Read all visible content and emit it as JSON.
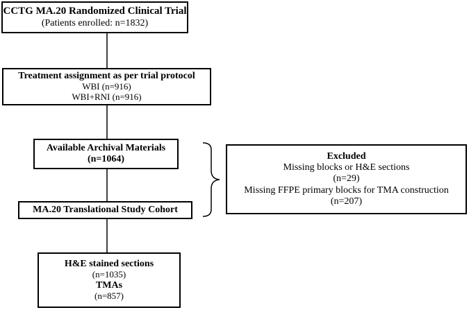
{
  "trial": {
    "title": "CCTG MA.20 Randomized Clinical Trial",
    "enrolled": "(Patients enrolled: n=1832)"
  },
  "assignment": {
    "title": "Treatment assignment as per trial protocol",
    "arm1": "WBI (n=916)",
    "arm2": "WBI+RNI (n=916)"
  },
  "archival": {
    "title": "Available Archival Materials",
    "count": "(n=1064)"
  },
  "excluded": {
    "title": "Excluded",
    "reason1": "Missing blocks or H&E sections",
    "count1": "(n=29)",
    "reason2": "Missing FFPE primary blocks for TMA construction",
    "count2": "(n=207)"
  },
  "cohort": {
    "title": "MA.20 Translational Study Cohort"
  },
  "final": {
    "he_title": "H&E stained sections",
    "he_count": "(n=1035)",
    "tma_title": "TMAs",
    "tma_count": "(n=857)"
  }
}
